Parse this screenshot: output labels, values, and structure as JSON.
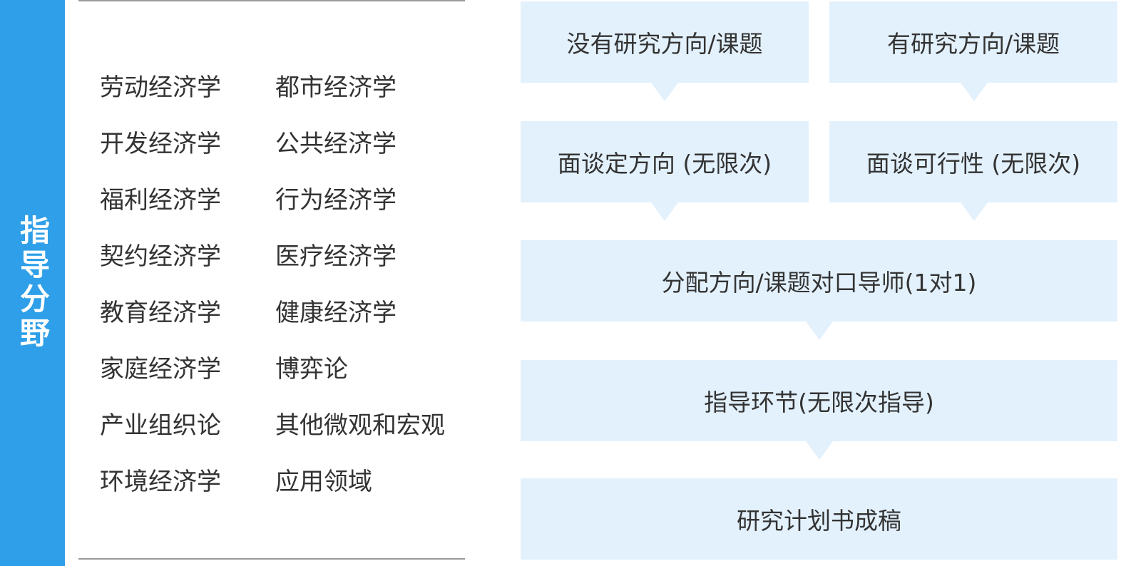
{
  "side_tab": {
    "label": "指导分野"
  },
  "fields": [
    "劳动经济学",
    "都市经济学",
    "开发经济学",
    "公共经济学",
    "福利经济学",
    "行为经济学",
    "契约经济学",
    "医疗经济学",
    "教育经济学",
    "健康经济学",
    "家庭经济学",
    "博弈论",
    "产业组织论",
    "其他微观和宏观",
    "环境经济学",
    "应用领域"
  ],
  "flow": {
    "no_topic": "没有研究方向/课题",
    "has_topic": "有研究方向/课题",
    "set_direction": "面谈定方向 (无限次)",
    "feasibility": "面谈可行性 (无限次)",
    "assign_mentor": "分配方向/课题对口导师(1对1)",
    "guidance": "指导环节(无限次指导)",
    "plan_draft": "研究计划书成稿"
  },
  "colors": {
    "accent": "#2e9fe8",
    "box": "#e3f1fd",
    "text": "#333333"
  }
}
